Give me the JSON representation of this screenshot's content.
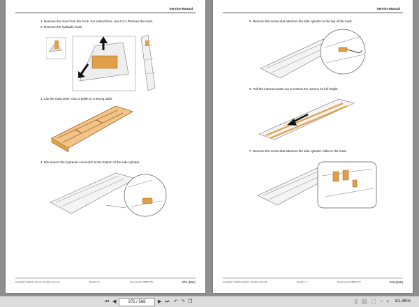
{
  "header": {
    "title": "Service Manual"
  },
  "left_page": {
    "steps": [
      {
        "num": "1.",
        "text": "Remove the mast from the truck. For instructions, see ",
        "ref": "8.4.1 Remove the mast",
        "end": "."
      },
      {
        "num": "2.",
        "text": "Remove the hydraulic hose."
      },
      {
        "num": "3.",
        "text": "Lay the mast down onto a pallet or a strong table."
      },
      {
        "num": "4.",
        "text": "Disconnect the hydraulic connector at the bottom of the side cylinder."
      }
    ],
    "footer": {
      "copyright": "Copyright © 2023 by Kiel Oy. All rights reserved.",
      "revision": "Revision: A",
      "document": "Document ID: 90530 JTV",
      "page": "375 (565)"
    }
  },
  "right_page": {
    "steps": [
      {
        "num": "5.",
        "text": "Remove the screw that attaches the side cylinder to the top of the mast."
      },
      {
        "num": "6.",
        "text": "Pull the internal masts out to extend the mast to its full height."
      },
      {
        "num": "7.",
        "text": "Remove the screw that attaches the side cylinder collar to the mast."
      }
    ],
    "footer": {
      "copyright": "Copyright © 2023 by Kiel Oy. All rights reserved.",
      "revision": "Revision: A",
      "document": "Document ID: 90530 JTV",
      "page": "376 (565)"
    }
  },
  "toolbar": {
    "page_field": "375 / 568",
    "zoom": "81,46%",
    "icons": [
      "first-page-icon",
      "prev-page-icon",
      "next-page-icon",
      "last-page-icon",
      "back-icon",
      "forward-icon",
      "copy-icon",
      "single-page-icon",
      "two-page-icon",
      "fit-width-icon",
      "zoom-out-icon",
      "zoom-in-icon"
    ]
  },
  "colors": {
    "highlight": "#e0a048",
    "viewer_bg": "#8f8f8f",
    "toolbar_bg": "#dcdcdc"
  }
}
